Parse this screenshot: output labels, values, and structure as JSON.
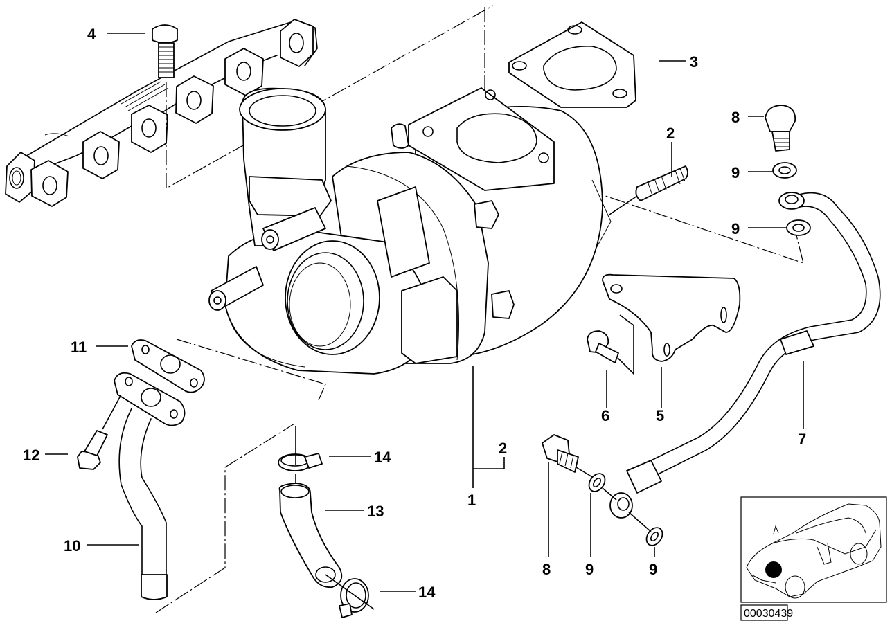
{
  "diagram": {
    "title": "Turbocharger with lubrication",
    "diagram_code": "00030439",
    "callouts": [
      {
        "id": "c4",
        "label": "4",
        "part": "bolt"
      },
      {
        "id": "c3",
        "label": "3",
        "part": "gasket"
      },
      {
        "id": "c2a",
        "label": "2",
        "part": "stud"
      },
      {
        "id": "c8a",
        "label": "8",
        "part": "banjo-bolt"
      },
      {
        "id": "c9a",
        "label": "9",
        "part": "washer"
      },
      {
        "id": "c9b",
        "label": "9",
        "part": "washer"
      },
      {
        "id": "c11",
        "label": "11",
        "part": "gasket"
      },
      {
        "id": "c12",
        "label": "12",
        "part": "bolt"
      },
      {
        "id": "c6",
        "label": "6",
        "part": "bolt"
      },
      {
        "id": "c5",
        "label": "5",
        "part": "bracket"
      },
      {
        "id": "c7",
        "label": "7",
        "part": "oil-feed-line"
      },
      {
        "id": "c14a",
        "label": "14",
        "part": "hose-clamp"
      },
      {
        "id": "c2b",
        "label": "2",
        "part": "stud"
      },
      {
        "id": "c1",
        "label": "1",
        "part": "turbocharger"
      },
      {
        "id": "c13",
        "label": "13",
        "part": "hose"
      },
      {
        "id": "c10",
        "label": "10",
        "part": "oil-return-pipe"
      },
      {
        "id": "c8b",
        "label": "8",
        "part": "banjo-bolt"
      },
      {
        "id": "c9c",
        "label": "9",
        "part": "washer"
      },
      {
        "id": "c9d",
        "label": "9",
        "part": "washer"
      },
      {
        "id": "c14b",
        "label": "14",
        "part": "hose-clamp"
      }
    ]
  }
}
